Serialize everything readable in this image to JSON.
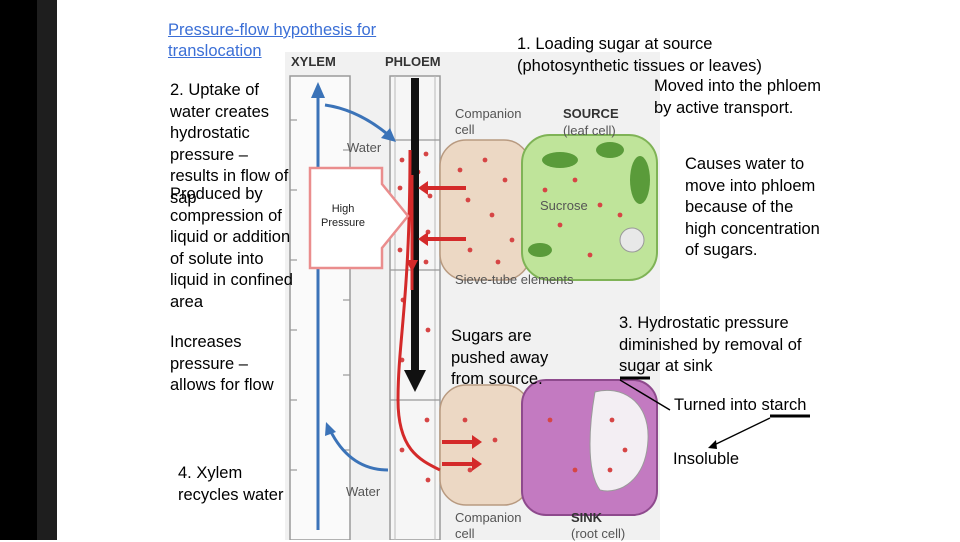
{
  "title": "Pressure-flow hypothesis for\ntranslocation",
  "figure_labels": {
    "xylem": "XYLEM",
    "phloem": "PHLOEM",
    "companion_cell_top": "Companion\ncell",
    "source": "SOURCE",
    "leaf_cell": "(leaf cell)",
    "water_top": "Water",
    "sucrose": "Sucrose",
    "sieve_tube": "Sieve-tube elements",
    "water_bottom": "Water",
    "companion_cell_bottom": "Companion\ncell",
    "sink": "SINK",
    "root_cell": "(root cell)"
  },
  "annotations": {
    "step2": "2. Uptake of\nwater creates\nhydrostatic\npressure –\nresults in flow of\nsap",
    "produced_by": "Produced by\ncompression of\nliquid or addition\nof solute into\nliquid in confined\narea",
    "increases": "Increases\npressure –\nallows for flow",
    "step4": "4. Xylem\nrecycles water",
    "step1": "1. Loading sugar at source\n(photosynthetic tissues or leaves)",
    "moved": "Moved into the phloem\nby active transport.",
    "causes": "Causes water to\nmove into phloem\nbecause of the\nhigh concentration\nof sugars.",
    "sugars_pushed": "Sugars are\npushed away\nfrom source.",
    "step3": "3. Hydrostatic pressure\ndiminished by removal of\nsugar at sink",
    "turned": "Turned into starch",
    "insoluble": "Insoluble",
    "high_pressure": "High\nPressure"
  },
  "colors": {
    "title_link": "#3b6fd6",
    "arrow_red": "#d42a2a",
    "source_cell": "#bfe49a",
    "sink_cell": "#c37ac1",
    "companion_cell": "#ecd8c4",
    "xylem_arrow": "#3b73b8"
  }
}
